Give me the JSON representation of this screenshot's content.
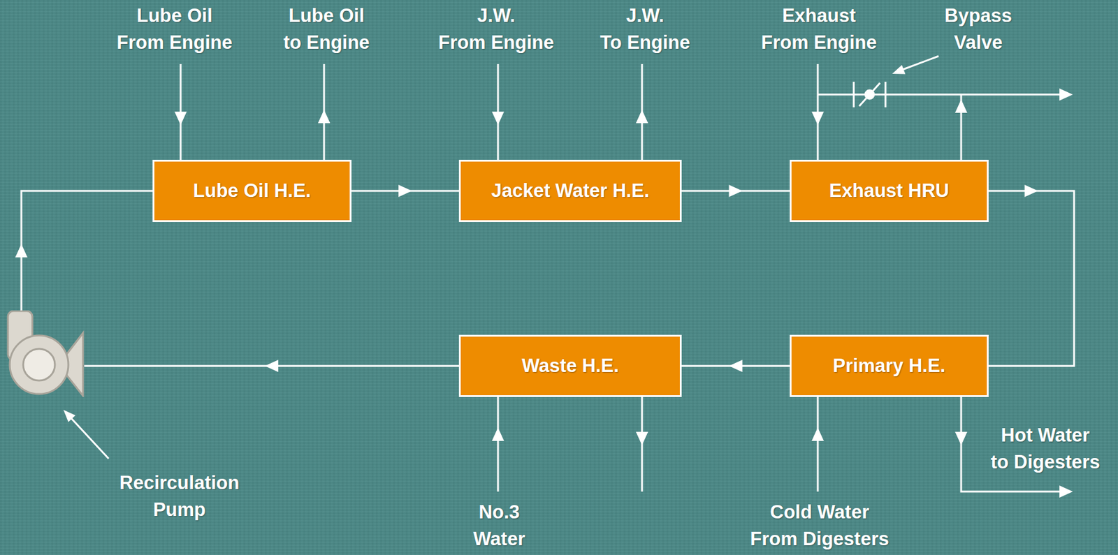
{
  "diagram": {
    "nodes": [
      {
        "text": [
          "Lube Oil H.E."
        ]
      },
      {
        "text": [
          "Jacket Water H.E."
        ]
      },
      {
        "text": [
          "Exhaust HRU"
        ]
      },
      {
        "text": [
          "Recirculation Pump"
        ]
      },
      {
        "text": [
          "Waste H.E."
        ]
      },
      {
        "text": [
          "Primary H.E."
        ]
      }
    ],
    "edges": [
      {
        "from": 3,
        "to": 0,
        "arrow": "to"
      },
      {
        "from": 0,
        "to": 1,
        "arrow": "to"
      },
      {
        "from": 1,
        "to": 2,
        "arrow": "to"
      },
      {
        "from": 2,
        "to": 5,
        "arrow": "to"
      },
      {
        "from": 5,
        "to": 4,
        "arrow": "to"
      },
      {
        "from": 4,
        "to": 3,
        "arrow": "to"
      }
    ],
    "labels": [
      "Lube Oil From Engine",
      "Lube Oil to Engine",
      "J.W. From Engine",
      "J.W. To Engine",
      "Exhaust From Engine",
      "Bypass Valve",
      "No.3 Water",
      "Cold Water From Digesters",
      "Hot Water to Digesters"
    ]
  }
}
